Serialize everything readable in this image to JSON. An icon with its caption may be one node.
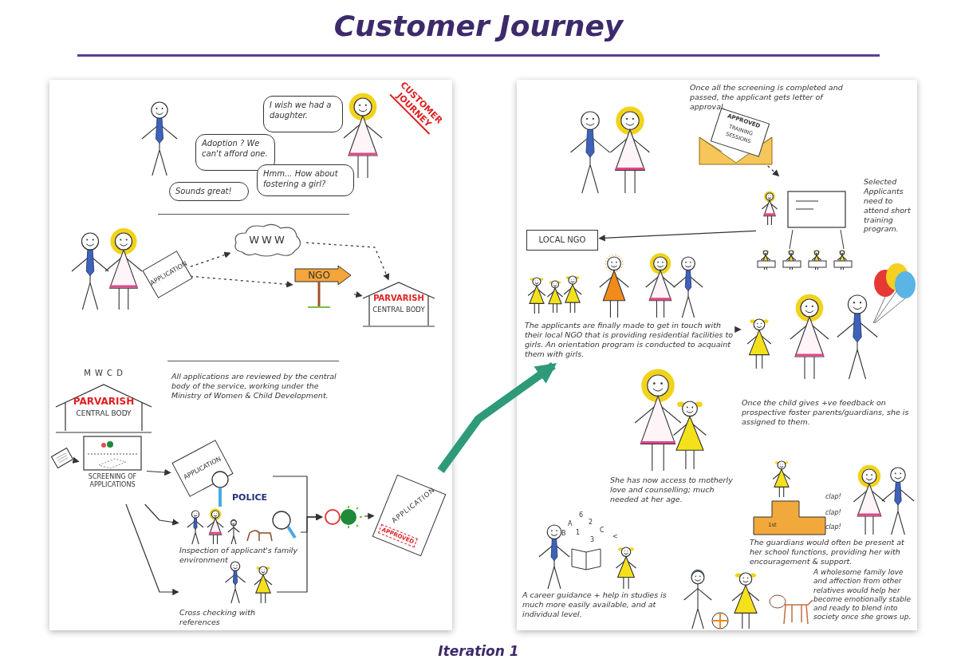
{
  "diagram": {
    "title": "Customer Journey",
    "caption": "Iteration 1",
    "nodes": [
      {
        "text": [
          "I wish we had a daughter."
        ]
      },
      {
        "text": [
          "Adoption ? We can't afford one."
        ]
      },
      {
        "text": [
          "Hmm... How about fostering a girl?"
        ]
      },
      {
        "text": [
          "Sounds great!"
        ]
      },
      {
        "text": [
          "APPLICATION"
        ]
      },
      {
        "text": [
          "WWW"
        ]
      },
      {
        "text": [
          "NGO"
        ]
      },
      {
        "text": [
          "PARVARISH",
          "CENTRAL BODY"
        ]
      },
      {
        "text": [
          "M W C D",
          "PARVARISH",
          "CENTRAL BODY"
        ],
        "beside": [
          "All applications are reviewed by the central body of the service, working under the Ministry of Women & Child Development."
        ]
      },
      {
        "text": [],
        "shape": "picture"
      },
      {
        "text": [],
        "shape": "picture",
        "beside": [
          "SCREENING OF APPLICATIONS"
        ]
      },
      {
        "text": [
          "APPLICATION"
        ],
        "beside": [
          "POLICE"
        ]
      },
      {
        "text": [],
        "shape": "picture",
        "beside": [
          "Inspection of applicant's family environment"
        ]
      },
      {
        "text": [],
        "shape": "picture",
        "beside": [
          "Cross checking with references"
        ]
      },
      {
        "text": [],
        "shape": "circle"
      },
      {
        "text": [
          "APPLICATION",
          "APPROVED"
        ]
      },
      {
        "text": [
          "APPROVED",
          "TRAINING SESSIONS"
        ],
        "beside": [
          "Once all the screening is completed and passed, the applicant gets letter of approval."
        ]
      },
      {
        "text": [],
        "shape": "picture",
        "beside": [
          "Selected Applicants need to attend short training program."
        ]
      },
      {
        "text": [
          "LOCAL NGO"
        ]
      },
      {
        "text": [],
        "shape": "picture",
        "beside": [
          "The applicants are finally made to get in touch with their local NGO that is providing residential facilities to girls. An orientation program is conducted to acquaint them with girls."
        ]
      },
      {
        "text": [],
        "shape": "picture",
        "beside": [
          "Once the child gives +ve feedback on prospective foster parents/guardians, she is assigned to them."
        ]
      },
      {
        "text": [],
        "shape": "picture",
        "beside": [
          "She has now access to motherly love and counselling; much needed at her age."
        ]
      },
      {
        "text": [],
        "shape": "picture",
        "beside": [
          "A career guidance + help in studies is much more easily available, and at individual level."
        ]
      },
      {
        "text": [],
        "shape": "picture",
        "beside": [
          "The guardians would often be present at her school functions, providing her with encouragement & support."
        ]
      },
      {
        "text": [],
        "shape": "picture",
        "beside": [
          "A wholesome family love and affection from other relatives would help her become emotionally stable and ready to blend into society once she grows up."
        ]
      }
    ],
    "edges": [
      {
        "from": 4,
        "to": 5,
        "arrow": "to",
        "style": "dashed"
      },
      {
        "from": 4,
        "to": 6,
        "arrow": "to",
        "style": "dashed"
      },
      {
        "from": 5,
        "to": 7,
        "arrow": "to",
        "style": "dashed"
      },
      {
        "from": 6,
        "to": 7,
        "arrow": "to",
        "style": "dashed"
      },
      {
        "from": 9,
        "to": 10,
        "arrow": "to"
      },
      {
        "from": 10,
        "to": 11,
        "arrow": "to"
      },
      {
        "from": 10,
        "to": 12,
        "arrow": "to"
      },
      {
        "from": 10,
        "to": 13,
        "arrow": "to"
      },
      {
        "from": 11,
        "to": 14,
        "arrow": "to"
      },
      {
        "from": 12,
        "to": 14,
        "arrow": "to"
      },
      {
        "from": 13,
        "to": 14,
        "arrow": "to"
      },
      {
        "from": 14,
        "to": 15,
        "arrow": "to"
      },
      {
        "from": 15,
        "to": 19,
        "arrow": "to",
        "style": "thick",
        "color": "#2e9a7a"
      },
      {
        "from": 16,
        "to": 17,
        "arrow": "to",
        "style": "dashed"
      },
      {
        "from": 17,
        "to": 18,
        "arrow": "to"
      },
      {
        "from": 19,
        "to": 20,
        "arrow": "to"
      }
    ],
    "labels": [
      "CUSTOMER JOURNEY",
      "clap!",
      "clap!",
      "clap!",
      "1st",
      "6",
      "A",
      "B",
      "1",
      "2",
      "C",
      "3",
      "<"
    ]
  }
}
